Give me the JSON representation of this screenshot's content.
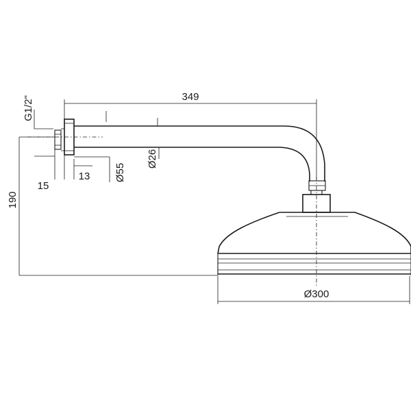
{
  "dimensions": {
    "arm_length": "349",
    "thread": "G1/2\"",
    "height": "190",
    "wall_offset": "15",
    "flange_depth": "13",
    "flange_diameter": "Ø55",
    "arm_diameter": "Ø26",
    "head_diameter": "Ø300"
  }
}
